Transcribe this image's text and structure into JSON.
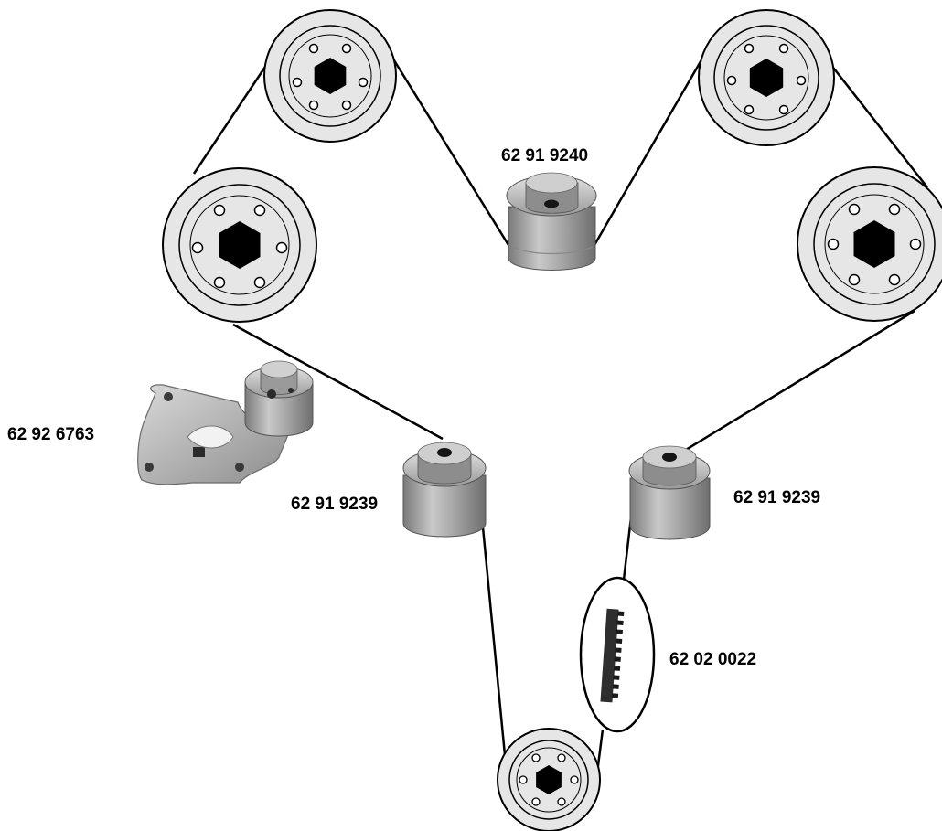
{
  "parts": {
    "idler_top": {
      "part_no": "62 91 9240"
    },
    "tensioner": {
      "part_no": "62 92 6763"
    },
    "idler_left": {
      "part_no": "62 91 9239"
    },
    "idler_right": {
      "part_no": "62 91 9239"
    },
    "timing_belt": {
      "part_no": "62 02 0022"
    }
  },
  "colors": {
    "pulley_fill": "#e6e6e6",
    "outline": "#000000",
    "hub": "#000000",
    "roller_body": "#a9a9a9",
    "roller_highlight": "#d4d4d4",
    "belt_line": "#000000"
  },
  "icons": {
    "drive_pulley": "pulley-icon",
    "idler_roller": "roller-icon",
    "tensioner": "tensioner-icon",
    "belt_section": "belt-teeth-icon"
  }
}
